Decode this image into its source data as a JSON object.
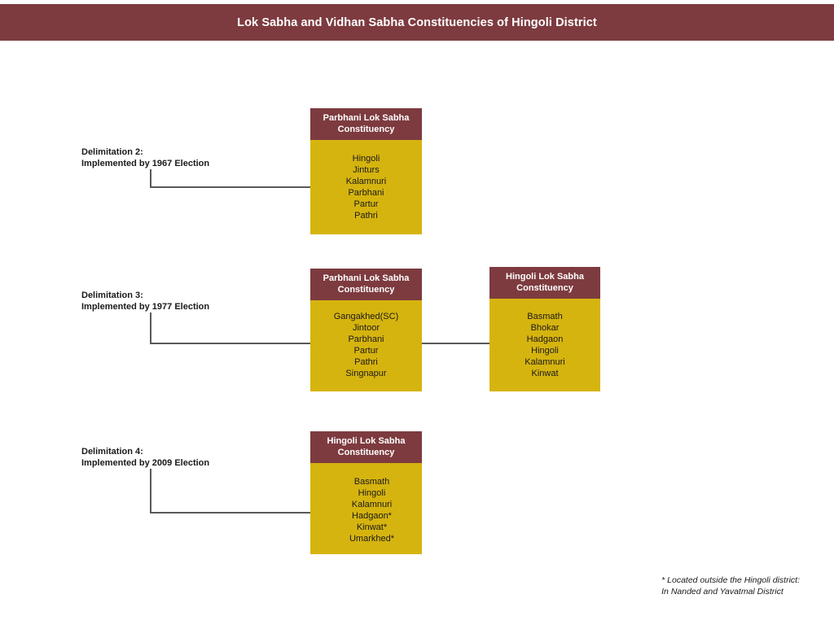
{
  "header": {
    "title": "Lok Sabha and Vidhan Sabha Constituencies of Hingoli District",
    "background_color": "#7d3b3f",
    "text_color": "#ffffff"
  },
  "theme": {
    "maroon": "#7d3b3f",
    "gold": "#d6b40f",
    "connector": "#595959",
    "page_background": "#ffffff"
  },
  "delimitations": [
    {
      "label_line1": "Delimitation 2:",
      "label_line2": "Implemented by 1967 Election",
      "boxes": [
        {
          "title_line1": "Parbhani Lok Sabha",
          "title_line2": "Constituency",
          "items": [
            "Hingoli",
            "Jinturs",
            "Kalamnuri",
            "Parbhani",
            "Partur",
            "Pathri"
          ]
        }
      ]
    },
    {
      "label_line1": "Delimitation 3:",
      "label_line2": "Implemented by 1977 Election",
      "boxes": [
        {
          "title_line1": "Parbhani Lok Sabha",
          "title_line2": "Constituency",
          "items": [
            "Gangakhed(SC)",
            "Jintoor",
            "Parbhani",
            "Partur",
            "Pathri",
            "Singnapur"
          ]
        },
        {
          "title_line1": "Hingoli Lok Sabha",
          "title_line2": "Constituency",
          "items": [
            "Basmath",
            "Bhokar",
            "Hadgaon",
            "Hingoli",
            "Kalamnuri",
            "Kinwat"
          ]
        }
      ]
    },
    {
      "label_line1": "Delimitation 4:",
      "label_line2": "Implemented by 2009 Election",
      "boxes": [
        {
          "title_line1": "Hingoli Lok Sabha",
          "title_line2": "Constituency",
          "items": [
            "Basmath",
            "Hingoli",
            "Kalamnuri",
            "Hadgaon*",
            "Kinwat*",
            "Umarkhed*"
          ]
        }
      ]
    }
  ],
  "footnote": {
    "line1": "* Located outside the Hingoli district:",
    "line2": "In Nanded and Yavatmal District"
  }
}
